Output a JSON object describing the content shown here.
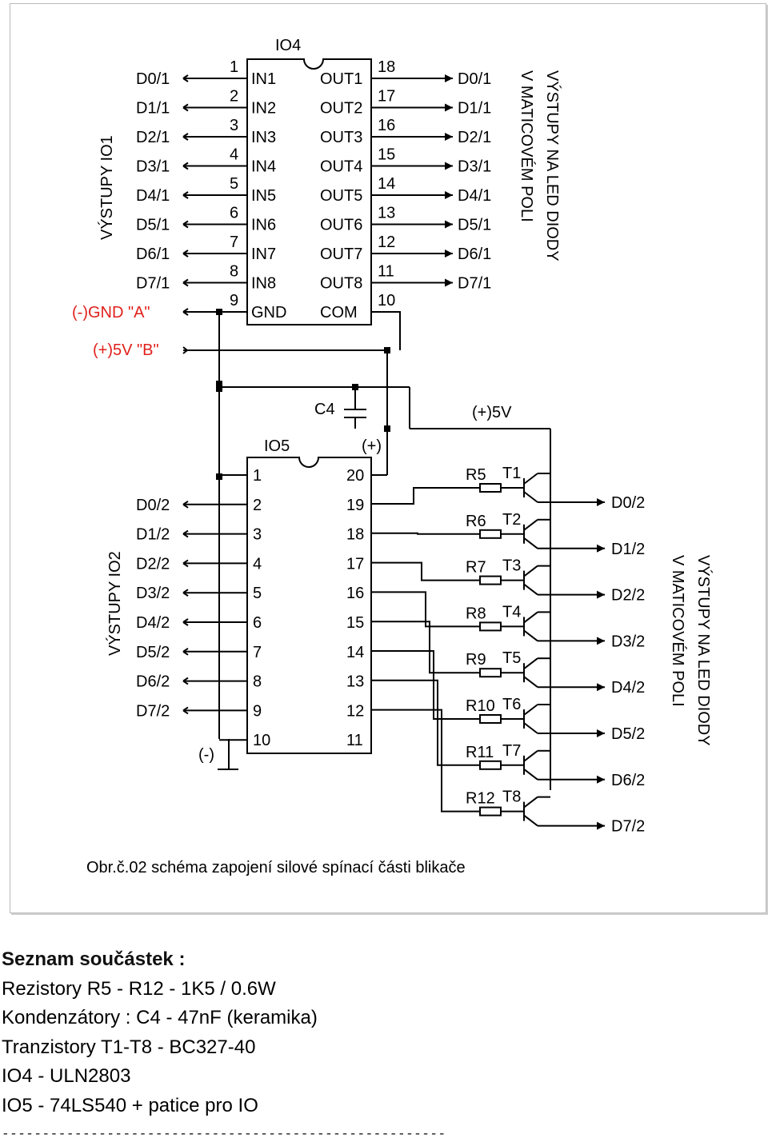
{
  "io4": {
    "name": "IO4",
    "left_pins": [
      {
        "num": "1",
        "name": "IN1",
        "signal": "D0/1"
      },
      {
        "num": "2",
        "name": "IN2",
        "signal": "D1/1"
      },
      {
        "num": "3",
        "name": "IN3",
        "signal": "D2/1"
      },
      {
        "num": "4",
        "name": "IN4",
        "signal": "D3/1"
      },
      {
        "num": "5",
        "name": "IN5",
        "signal": "D4/1"
      },
      {
        "num": "6",
        "name": "IN6",
        "signal": "D5/1"
      },
      {
        "num": "7",
        "name": "IN7",
        "signal": "D6/1"
      },
      {
        "num": "8",
        "name": "IN8",
        "signal": "D7/1"
      },
      {
        "num": "9",
        "name": "GND",
        "signal": "(-)GND \"A\""
      }
    ],
    "right_pins": [
      {
        "num": "18",
        "name": "OUT1",
        "signal": "D0/1"
      },
      {
        "num": "17",
        "name": "OUT2",
        "signal": "D1/1"
      },
      {
        "num": "16",
        "name": "OUT3",
        "signal": "D2/1"
      },
      {
        "num": "15",
        "name": "OUT4",
        "signal": "D3/1"
      },
      {
        "num": "14",
        "name": "OUT5",
        "signal": "D4/1"
      },
      {
        "num": "13",
        "name": "OUT6",
        "signal": "D5/1"
      },
      {
        "num": "12",
        "name": "OUT7",
        "signal": "D6/1"
      },
      {
        "num": "11",
        "name": "OUT8",
        "signal": "D7/1"
      },
      {
        "num": "10",
        "name": "COM",
        "signal": ""
      }
    ]
  },
  "plus5v_b": "(+)5V \"B\"",
  "vystupy_io1": "VÝSTUPY IO1",
  "vystupy_led_1_line1": "VÝSTUPY NA LED DIODY",
  "vystupy_led_1_line2": "V MATICOVÉM POLI",
  "c4": "C4",
  "plus5v": "(+)5V",
  "io5": {
    "name": "IO5",
    "plus_label": "(+)",
    "minus_label": "(-)",
    "left_pins": [
      {
        "num": "1",
        "signal": ""
      },
      {
        "num": "2",
        "signal": "D0/2"
      },
      {
        "num": "3",
        "signal": "D1/2"
      },
      {
        "num": "4",
        "signal": "D2/2"
      },
      {
        "num": "5",
        "signal": "D3/2"
      },
      {
        "num": "6",
        "signal": "D4/2"
      },
      {
        "num": "7",
        "signal": "D5/2"
      },
      {
        "num": "8",
        "signal": "D6/2"
      },
      {
        "num": "9",
        "signal": "D7/2"
      },
      {
        "num": "10",
        "signal": ""
      }
    ],
    "right_pins": [
      "20",
      "19",
      "18",
      "17",
      "16",
      "15",
      "14",
      "13",
      "12",
      "11"
    ]
  },
  "vystupy_io2": "VÝSTUPY IO2",
  "vystupy_led_2_line1": "VÝSTUPY NA LED DIODY",
  "vystupy_led_2_line2": "V MATICOVÉM POLI",
  "stages": [
    {
      "resistor": "R5",
      "transistor": "T1",
      "output": "D0/2"
    },
    {
      "resistor": "R6",
      "transistor": "T2",
      "output": "D1/2"
    },
    {
      "resistor": "R7",
      "transistor": "T3",
      "output": "D2/2"
    },
    {
      "resistor": "R8",
      "transistor": "T4",
      "output": "D3/2"
    },
    {
      "resistor": "R9",
      "transistor": "T5",
      "output": "D4/2"
    },
    {
      "resistor": "R10",
      "transistor": "T6",
      "output": "D5/2"
    },
    {
      "resistor": "R11",
      "transistor": "T7",
      "output": "D6/2"
    },
    {
      "resistor": "R12",
      "transistor": "T8",
      "output": "D7/2"
    }
  ],
  "caption": "Obr.č.02 schéma zapojení silové spínací části blikače",
  "colors": {
    "wire": "#000000",
    "power_label": "#e0201b"
  },
  "parts_list": {
    "title": "Seznam součástek :",
    "items": [
      "Rezistory R5 - R12 - 1K5 / 0.6W",
      "Kondenzátory : C4 - 47nF (keramika)",
      "Tranzistory T1-T8 - BC327-40",
      "IO4 - ULN2803",
      "IO5 - 74LS540 + patice pro IO"
    ],
    "rule": "-------------------------------------------------------"
  }
}
